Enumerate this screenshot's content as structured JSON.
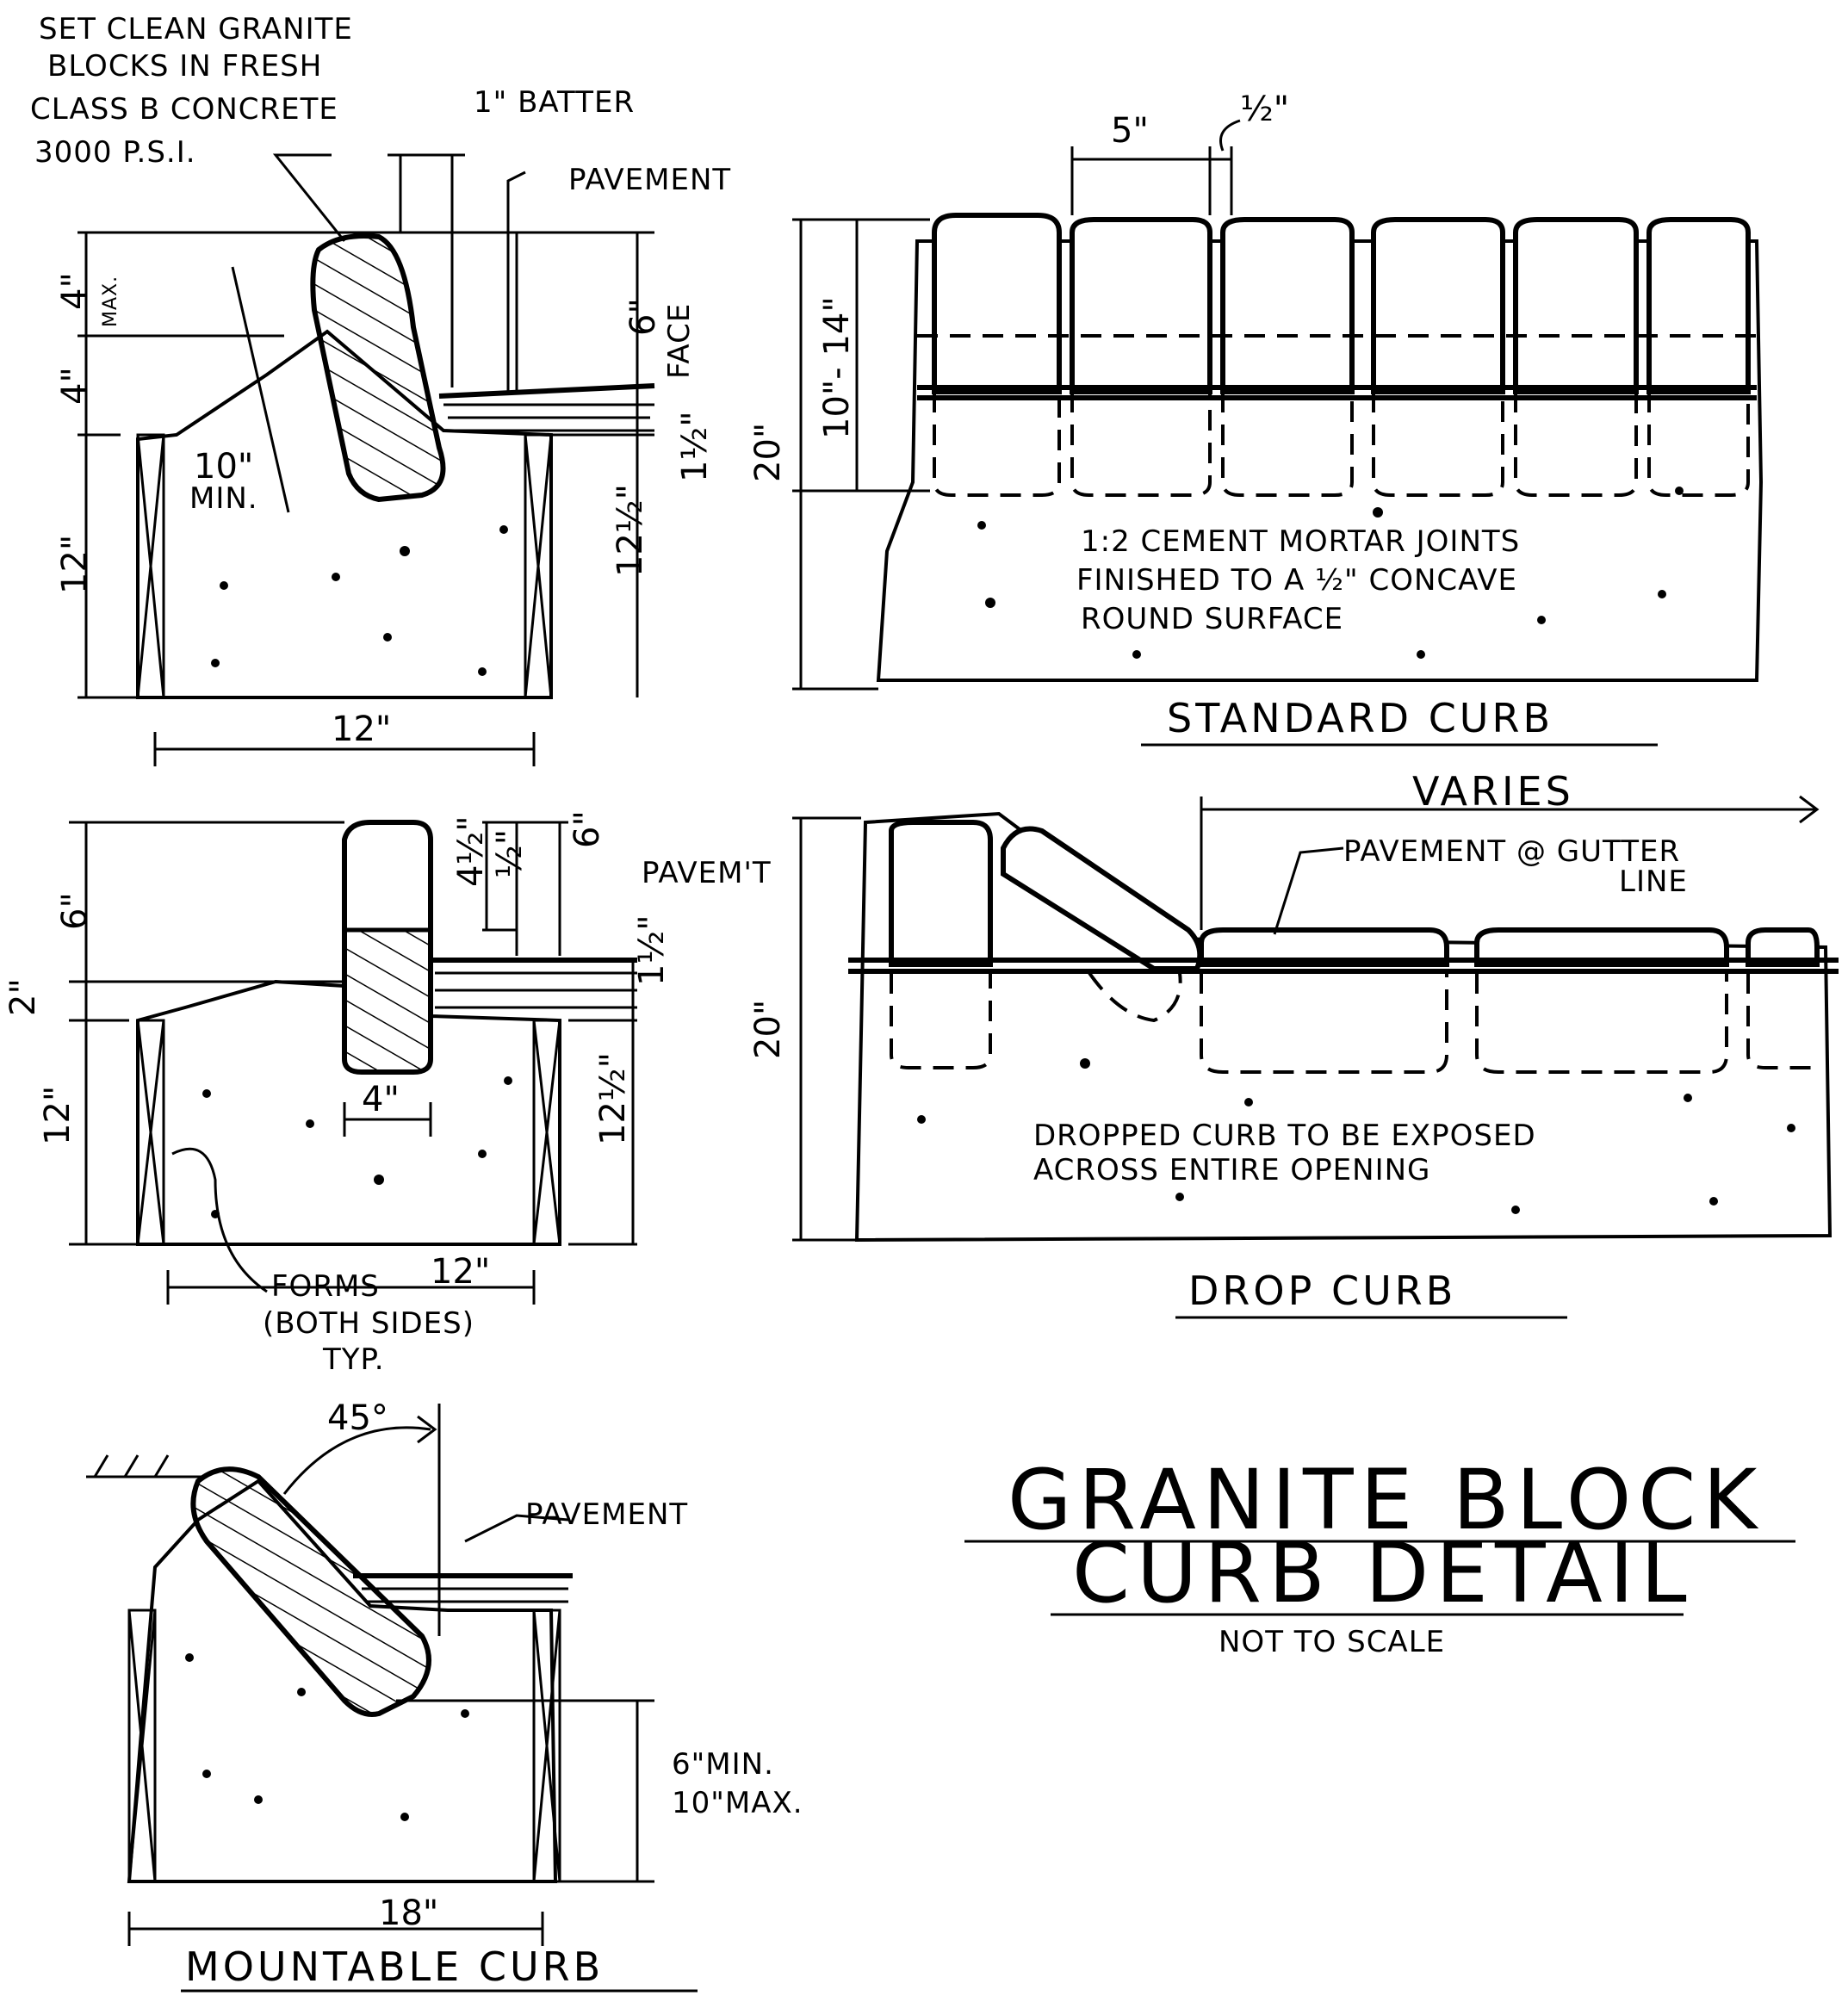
{
  "standard_section": {
    "note_lines": [
      "SET CLEAN GRANITE",
      "BLOCKS IN FRESH",
      "CLASS B CONCRETE",
      "3000 P.S.I."
    ],
    "batter": "1\" BATTER",
    "pavement": "PAVEMENT",
    "dim_4_max": "4\"",
    "max": "MAX.",
    "dim_4": "4\"",
    "dim_12": "12\"",
    "dim_10_min": "10\"",
    "min": "MIN.",
    "face_6": "6\"",
    "face": "FACE",
    "dim_1_5": "1½\"",
    "dim_12_5": "12½\"",
    "width_12": "12\""
  },
  "standard_elevation": {
    "dim_5": "5\"",
    "dim_half": "½\"",
    "dim_20": "20\"",
    "dim_10_14": "10\"- 14\"",
    "note_lines": [
      "1:2 CEMENT MORTAR JOINTS",
      "FINISHED TO A ½\" CONCAVE",
      "ROUND SURFACE"
    ],
    "title": "STANDARD CURB"
  },
  "drop_section": {
    "dim_6": "6\"",
    "dim_4_5": "4½\"",
    "dim_half": "½\"",
    "dim_6_face": "6\"",
    "pavement": "PAVEM'T",
    "dim_1_5": "1½\"",
    "dim_2": "2\"",
    "dim_12": "12\"",
    "dim_4": "4\"",
    "dim_12_5": "12½\"",
    "forms_lines": [
      "FORMS",
      "(BOTH SIDES)",
      "TYP."
    ],
    "width_12": "12\""
  },
  "drop_elevation": {
    "varies": "VARIES",
    "pavement_lines": [
      "PAVEMENT @ GUTTER",
      "LINE"
    ],
    "dim_20": "20\"",
    "note_lines": [
      "DROPPED CURB TO BE EXPOSED",
      "ACROSS ENTIRE OPENING"
    ],
    "title": "DROP CURB"
  },
  "mountable": {
    "angle": "45°",
    "pavement": "PAVEMENT",
    "depth_lines": [
      "6\"MIN.",
      "10\"MAX."
    ],
    "width_18": "18\"",
    "title": "MOUNTABLE CURB"
  },
  "sheet_title": {
    "line1": "GRANITE BLOCK",
    "line2": "CURB DETAIL",
    "scale": "NOT TO SCALE"
  }
}
